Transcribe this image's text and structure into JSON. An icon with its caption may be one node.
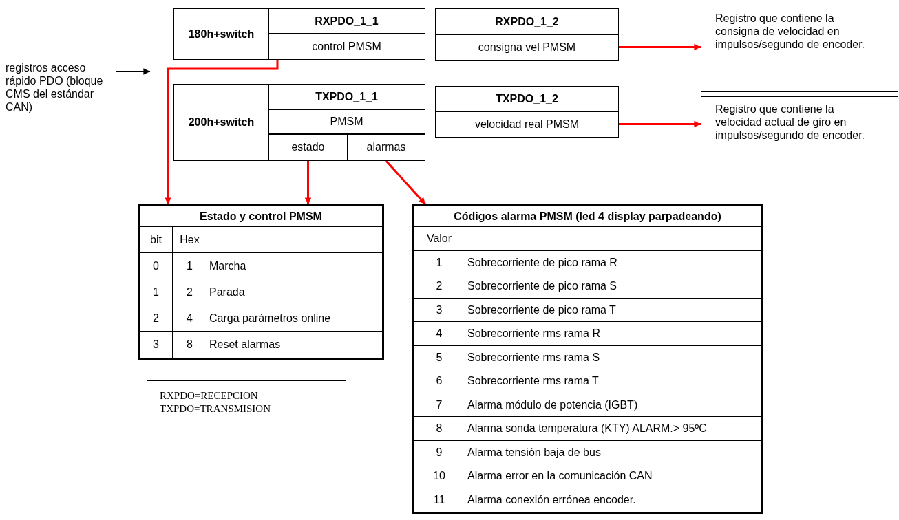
{
  "diagram": {
    "nodes": [
      {
        "text": [
          "registros acceso rápido PDO (bloque CMS del estándar CAN)"
        ]
      },
      {
        "text": [
          "180h+switch"
        ]
      },
      {
        "text": [
          "RXPDO_1_1"
        ]
      },
      {
        "text": [
          "control PMSM"
        ]
      },
      {
        "text": [
          "RXPDO_1_2"
        ]
      },
      {
        "text": [
          "consigna vel PMSM"
        ]
      },
      {
        "text": [
          "Registro que contiene la consigna de velocidad en impulsos/segundo de encoder."
        ]
      },
      {
        "text": [
          "200h+switch"
        ]
      },
      {
        "text": [
          "TXPDO_1_1"
        ]
      },
      {
        "text": [
          "PMSM"
        ]
      },
      {
        "text": [
          "estado"
        ]
      },
      {
        "text": [
          "alarmas"
        ]
      },
      {
        "text": [
          "TXPDO_1_2"
        ]
      },
      {
        "text": [
          "velocidad real PMSM"
        ]
      },
      {
        "text": [
          "Registro que contiene la velocidad actual de giro en impulsos/segundo de encoder."
        ]
      },
      {
        "text": [
          "Estado y control PMSM"
        ]
      },
      {
        "text": [
          "RXPDO=RECEPCION",
          "TXPDO=TRANSMISION"
        ]
      },
      {
        "text": [
          "Códigos alarma PMSM (led 4 display parpadeando)"
        ]
      }
    ],
    "edges": [
      {
        "from": 0,
        "to": null,
        "arrow": "to",
        "color": "#000000"
      },
      {
        "from": 3,
        "to": 15,
        "arrow": "to"
      },
      {
        "from": 10,
        "to": 15,
        "arrow": "to"
      },
      {
        "from": 11,
        "to": 17,
        "arrow": "to"
      },
      {
        "from": 5,
        "to": 6,
        "arrow": "to"
      },
      {
        "from": 13,
        "to": 14,
        "arrow": "to"
      }
    ],
    "labels": [
      "bit",
      "Hex",
      "0",
      "1",
      "Marcha",
      "1",
      "2",
      "Parada",
      "2",
      "4",
      "Carga parámetros online",
      "3",
      "8",
      "Reset alarmas",
      "Valor",
      "1",
      "Sobrecorriente de pico rama R",
      "2",
      "Sobrecorriente de pico rama S",
      "3",
      "Sobrecorriente de pico rama T",
      "4",
      "Sobrecorriente rms rama R",
      "5",
      "Sobrecorriente rms rama S",
      "6",
      "Sobrecorriente rms rama T",
      "7",
      "Alarma módulo de potencia (IGBT)",
      "8",
      "Alarma sonda temperatura (KTY) ALARM.> 95ºC",
      "9",
      "Alarma tensión baja de bus",
      "10",
      "Alarma error en la comunicación CAN",
      "11",
      "Alarma conexión errónea encoder."
    ]
  }
}
